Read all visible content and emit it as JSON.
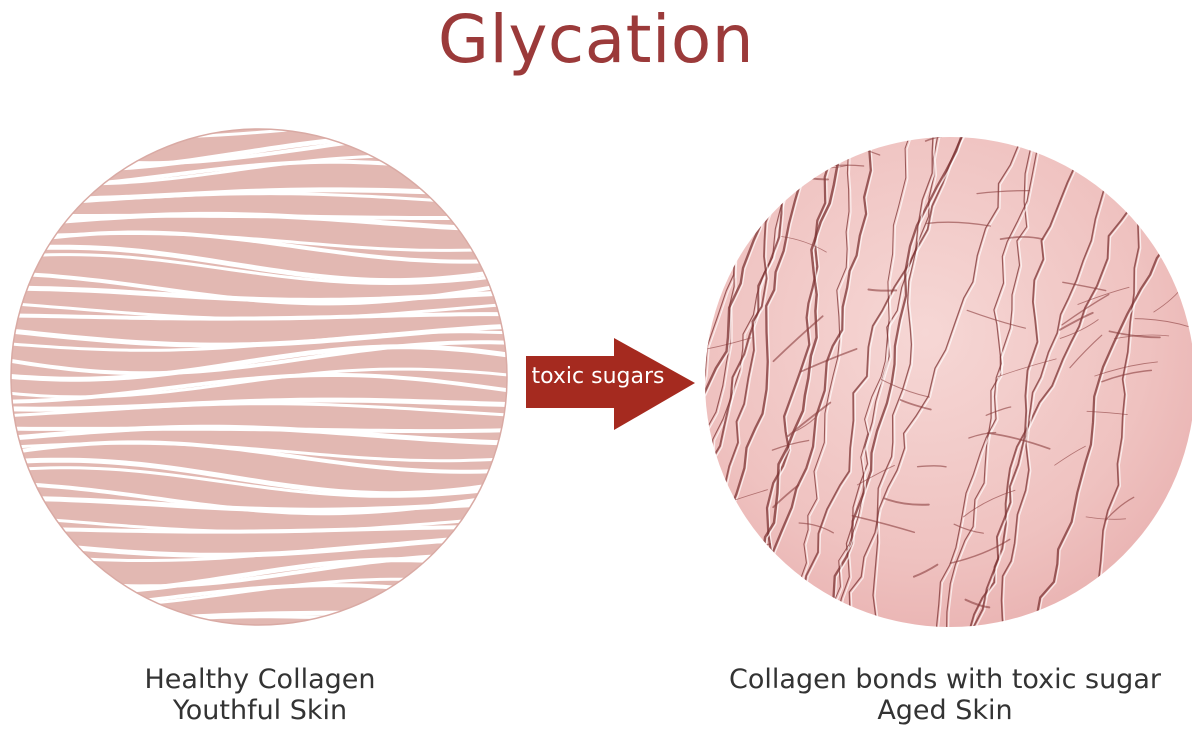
{
  "title": "Glycation",
  "arrow": {
    "label": "toxic sugars"
  },
  "left_panel": {
    "line1": "Healthy Collagen",
    "line2": "Youthful Skin",
    "icon": "wavy-collagen-fibers-circle"
  },
  "right_panel": {
    "line1": "Collagen bonds with toxic sugar",
    "line2": "Aged Skin",
    "icon": "cracked-skin-texture-circle"
  },
  "colors": {
    "title": "#9b3a3a",
    "arrow": "#a52a1f",
    "healthy_circle": "#e2b8b2",
    "aged_base": "#f0c5c4",
    "aged_crack": "#7c3333",
    "caption": "#333333"
  }
}
